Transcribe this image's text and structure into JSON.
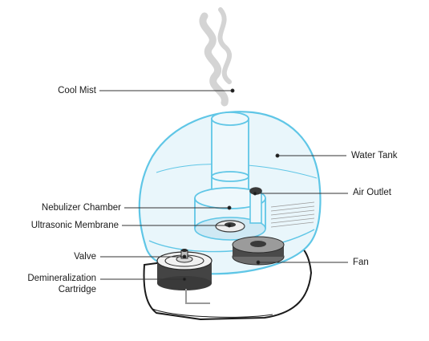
{
  "labels": {
    "cool_mist": "Cool Mist",
    "water_tank": "Water Tank",
    "air_outlet": "Air Outlet",
    "nebulizer_chamber": "Nebulizer Chamber",
    "ultrasonic_membrane": "Ultrasonic Membrane",
    "valve": "Valve",
    "fan": "Fan",
    "demineralization_line1": "Demineralization",
    "demineralization_line2": "Cartridge"
  },
  "colors": {
    "tank_outline": "#5fc6e6",
    "tank_fill": "#e9f6fb",
    "base_stroke": "#1a1a1a",
    "mist": "#d4d4d4",
    "dark_part": "#3a3a3a"
  }
}
